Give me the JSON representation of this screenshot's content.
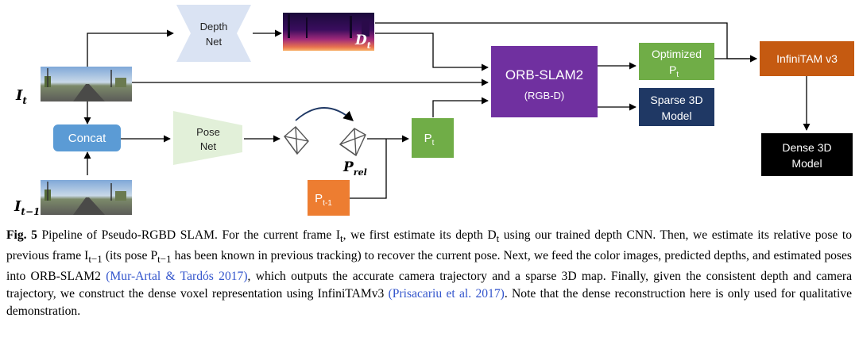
{
  "diagram": {
    "input_current": "I",
    "input_current_sub": "t",
    "input_previous": "I",
    "input_previous_sub": "t−1",
    "depth_net": [
      "Depth",
      "Net"
    ],
    "pose_net": [
      "Pose",
      "Net"
    ],
    "concat": "Concat",
    "depth_output": "D",
    "depth_output_sub": "t",
    "relative_pose": "P",
    "relative_pose_sub": "rel",
    "pose_t": "P",
    "pose_t_sub": "t",
    "pose_t_minus_1": "P",
    "pose_t_minus_1_sub": "t-1",
    "orbslam_title": "ORB-SLAM2",
    "orbslam_mode": "(RGB-D)",
    "optimized_pose": "Optimized",
    "optimized_pose_symbol": "P",
    "optimized_pose_sub": "t",
    "sparse_model": [
      "Sparse 3D",
      "Model"
    ],
    "infinitam": "InfiniTAM v3",
    "dense_model": [
      "Dense 3D",
      "Model"
    ],
    "colors": {
      "concat": "#5b9bd5",
      "net": "#dae3f3",
      "orbslam": "#7030a0",
      "pose": "#70ad47",
      "pose_prev": "#ed7d31",
      "sparse": "#1f3864",
      "infinitam": "#c55a11",
      "dense": "#000000",
      "citation": "#3355cc"
    }
  },
  "caption": {
    "fig_label": "Fig. 5",
    "part1": "Pipeline of Pseudo-RGBD SLAM. For the current frame I",
    "part1_sub": "t",
    "part2": ", we first estimate its depth D",
    "part2_sub": "t",
    "part3": " using our trained depth CNN. Then, we estimate its relative pose to previous frame I",
    "part3_sub": "t−1",
    "part4": " (its pose P",
    "part4_sub": "t−1",
    "part5": " has been known in previous tracking) to recover the current pose. Next, we feed the color images, predicted depths, and estimated poses into ORB-SLAM2 ",
    "cite1": "(Mur-Artal & Tardós 2017)",
    "part6": ", which outputs the accurate camera trajectory and a sparse 3D map. Finally, given the consistent depth and camera trajectory, we construct the dense voxel representation using InfiniTAMv3 ",
    "cite2": "(Prisacariu et al. 2017)",
    "part7": ". Note that the dense reconstruction here is only used for qualitative demonstration."
  }
}
